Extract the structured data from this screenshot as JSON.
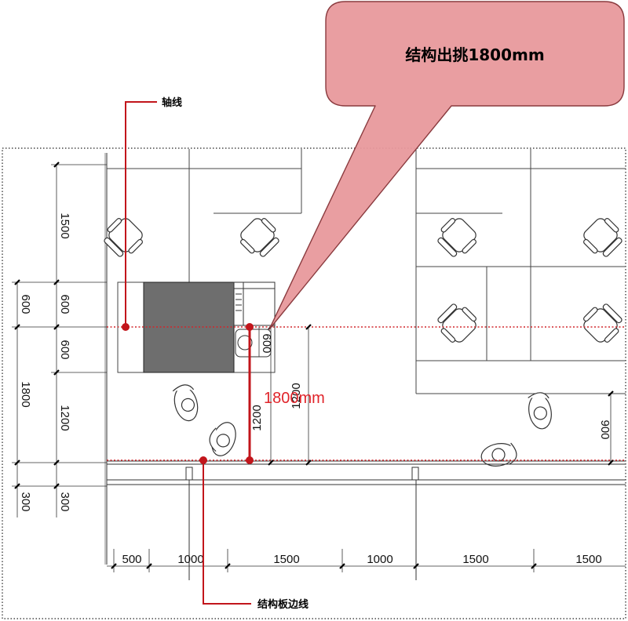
{
  "callout": {
    "text": "结构出挑1800mm",
    "fill": "#e8999c",
    "stroke": "#8a3a3e"
  },
  "labels": {
    "axis_line": "轴线",
    "slab_edge": "结构板边线"
  },
  "red_dimension": {
    "text": "1800mm",
    "color": "#e0242a"
  },
  "dimensions": {
    "left_outer": [
      "600",
      "1800",
      "300"
    ],
    "left_inner": [
      "1500",
      "600",
      "600",
      "1200",
      "300"
    ],
    "bottom": [
      "500",
      "1000",
      "1500",
      "1000",
      "1500",
      "1500"
    ],
    "vertical_mid_a": "1200",
    "vertical_mid_b": "1200",
    "short_900": "900",
    "short_600": "600"
  },
  "colors": {
    "line": "#333333",
    "dotted_red": "#d1262b",
    "marker": "#c2151b",
    "dark_block": "#6e6e6e"
  }
}
